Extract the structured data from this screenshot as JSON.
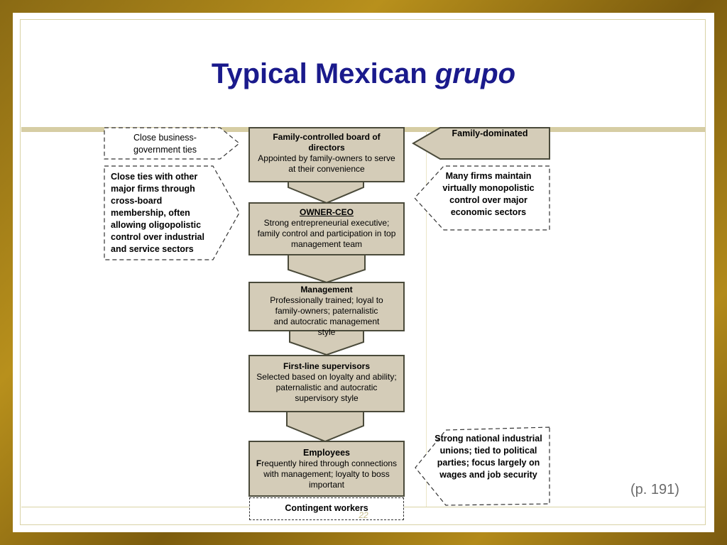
{
  "slide": {
    "title_main": "Typical Mexican ",
    "title_italic": "grupo",
    "page_number": "22",
    "reference": "(p. 191)"
  },
  "chain": [
    {
      "heading": "Family-controlled board of directors",
      "body": "Appointed by family-owners to serve at their convenience"
    },
    {
      "heading": "OWNER-CEO",
      "body": "Strong entrepreneurial executive; family control and participation in top management team"
    },
    {
      "heading": "Management",
      "body": "Professionally trained; loyal to family-owners; paternalistic and autocratic management style"
    },
    {
      "heading": "First-line supervisors",
      "body": "Selected based on loyalty and ability; paternalistic and autocratic supervisory style"
    },
    {
      "heading": "Employees",
      "body_first": "F",
      "body": "requently hired through connections with management; loyalty to boss important"
    }
  ],
  "contingent": "Contingent workers",
  "left_notes": [
    "Close business-government ties",
    "Close ties with other major firms through cross-board membership, often allowing oligopolistic control over industrial and service sectors"
  ],
  "right_notes": {
    "family_dominated": "Family-dominated",
    "monopolistic": "Many firms maintain virtually monopolistic control over major economic sectors",
    "unions": "Strong national industrial unions; tied to political parties; focus largely on wages and job security"
  },
  "colors": {
    "title": "#1a1a8c",
    "box_fill": "#d4ccb8",
    "box_border": "#4a4a3a",
    "frame": "#a07c18"
  }
}
